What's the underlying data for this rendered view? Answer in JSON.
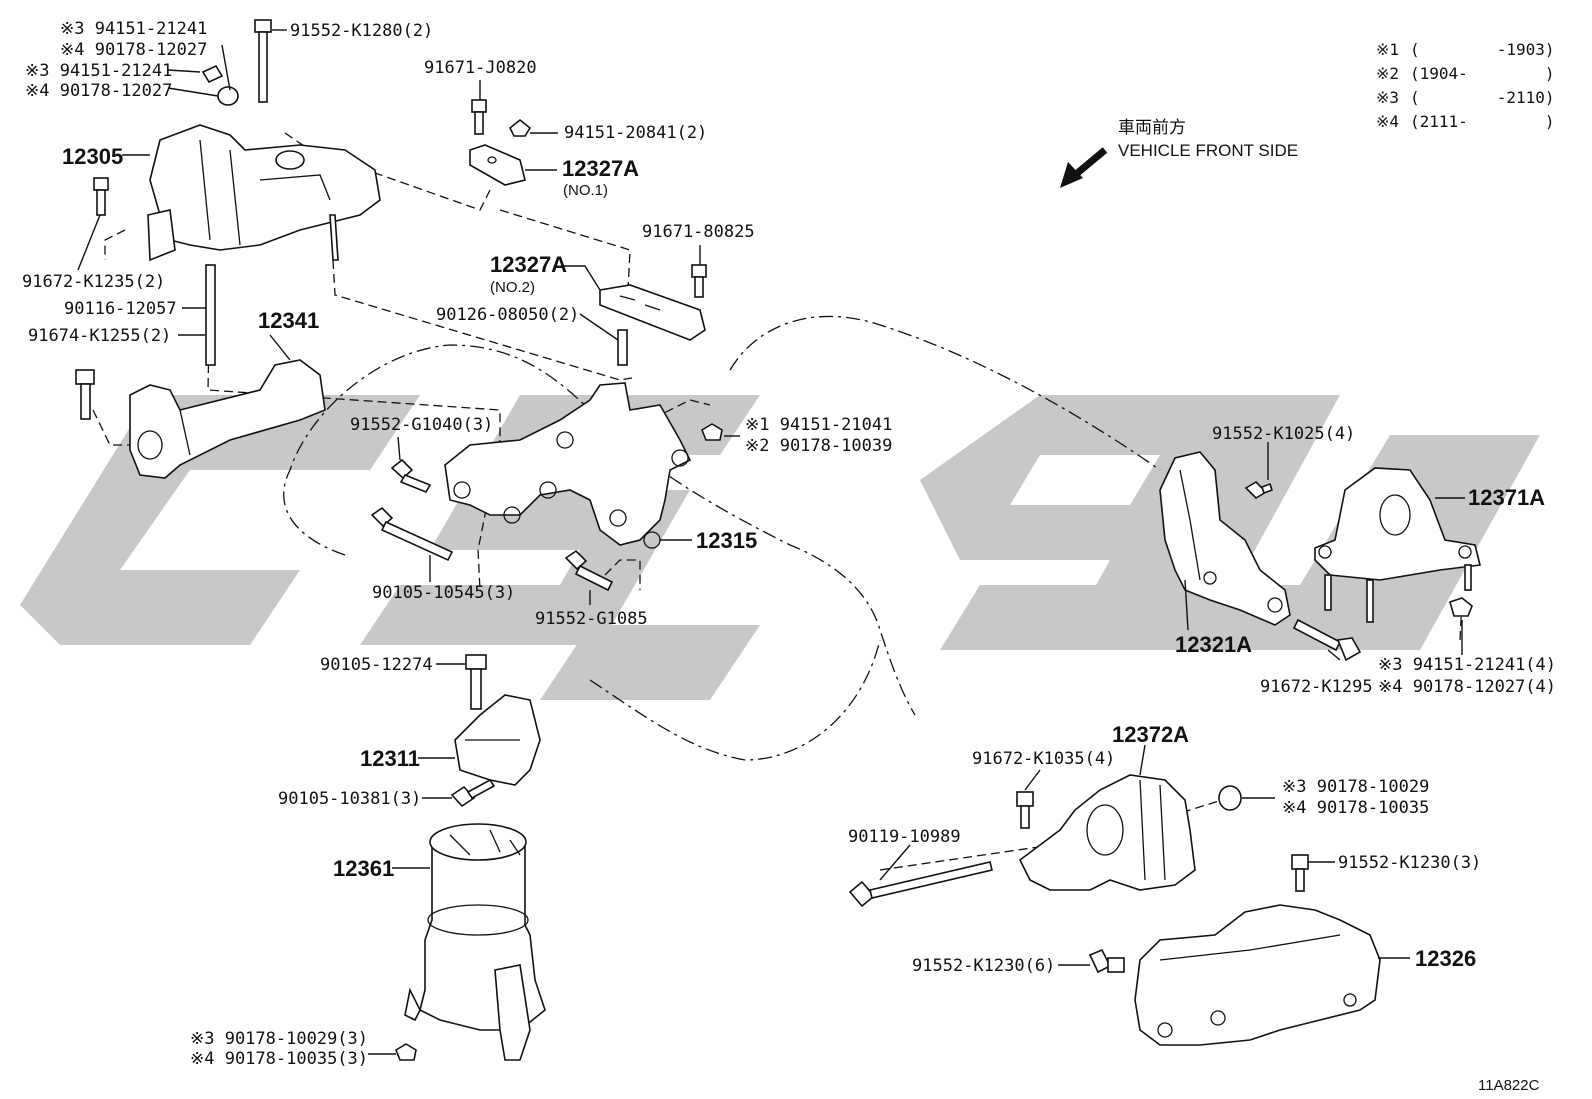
{
  "diagram": {
    "code": "11A822C",
    "direction": {
      "jp": "車両前方",
      "en": "VEHICLE FRONT SIDE"
    },
    "notes": [
      {
        "mark": "※1",
        "range": "(        -1903)"
      },
      {
        "mark": "※2",
        "range": "(1904-        )"
      },
      {
        "mark": "※3",
        "range": "(        -2110)"
      },
      {
        "mark": "※4",
        "range": "(2111-        )"
      }
    ],
    "labels": {
      "l_91552_k1280": "91552-K1280(2)",
      "l_n3_94151_21241_a": "※3 94151-21241",
      "l_n4_90178_12027_a": "※4 90178-12027",
      "l_n3_94151_21241_b": "※3 94151-21241",
      "l_n4_90178_12027_b": "※4 90178-12027",
      "r_12305": "12305",
      "l_91672_k1235": "91672-K1235(2)",
      "l_90116_12057": "90116-12057",
      "l_91674_k1255": "91674-K1255(2)",
      "r_12341": "12341",
      "l_91671_j0820": "91671-J0820",
      "l_94151_20841": "94151-20841(2)",
      "r_12327a_1": "12327A",
      "s_no1": "(NO.1)",
      "l_91671_80825": "91671-80825",
      "r_12327a_2": "12327A",
      "s_no2": "(NO.2)",
      "l_90126_08050": "90126-08050(2)",
      "l_91552_g1040": "91552-G1040(3)",
      "l_n1_94151_21041": "※1 94151-21041",
      "l_n2_90178_10039": "※2 90178-10039",
      "r_12315": "12315",
      "l_90105_10545": "90105-10545(3)",
      "l_91552_g1085": "91552-G1085",
      "l_90105_12274": "90105-12274",
      "r_12311": "12311",
      "l_90105_10381": "90105-10381(3)",
      "r_12361": "12361",
      "l_n3_90178_10029_3": "※3 90178-10029(3)",
      "l_n4_90178_10035_3": "※4 90178-10035(3)",
      "l_91552_k1025": "91552-K1025(4)",
      "r_12371a": "12371A",
      "r_12321a": "12321A",
      "l_91672_k1295": "91672-K1295",
      "l_n3_94151_21241_4": "※3 94151-21241(4)",
      "l_n4_90178_12027_4": "※4 90178-12027(4)",
      "r_12372a": "12372A",
      "l_91672_k1035": "91672-K1035(4)",
      "l_n3_90178_10029": "※3 90178-10029",
      "l_n4_90178_10035": "※4 90178-10035",
      "l_90119_10989": "90119-10989",
      "l_91552_k1230_3": "91552-K1230(3)",
      "l_91552_k1230_6": "91552-K1230(6)",
      "r_12326": "12326"
    }
  }
}
